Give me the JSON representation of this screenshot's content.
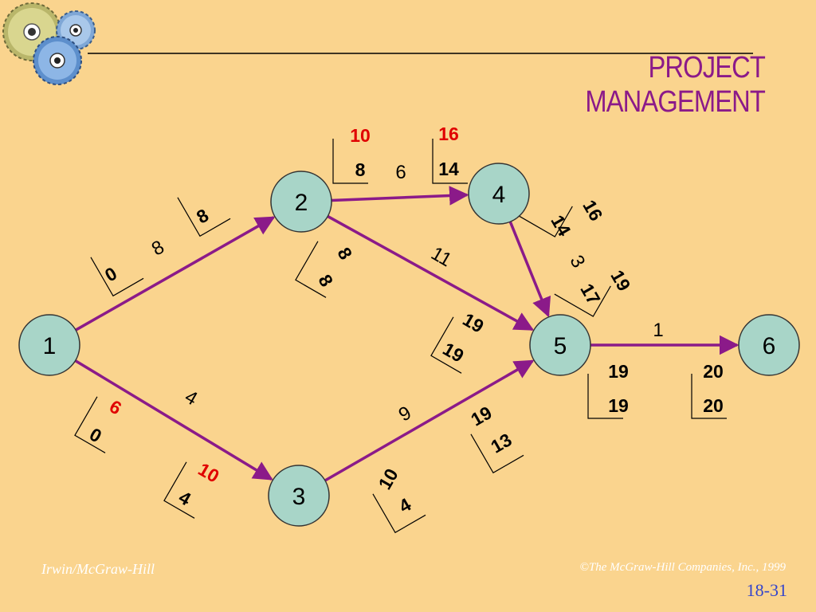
{
  "title": "PROJECT MANAGEMENT",
  "footer": {
    "publisher": "Irwin/McGraw-Hill",
    "copyright": "©The McGraw-Hill Companies, Inc., 1999",
    "page": "18-31"
  },
  "colors": {
    "background": "#FAD48E",
    "title": "#8B1A89",
    "arrow": "#8B1A89",
    "node_fill": "#A8D5C8",
    "highlight_text": "#E00000",
    "footer_page": "#3344CC"
  },
  "logo": {
    "icon": "gears-icon"
  },
  "nodes": [
    {
      "id": "1",
      "label": "1"
    },
    {
      "id": "2",
      "label": "2"
    },
    {
      "id": "3",
      "label": "3"
    },
    {
      "id": "4",
      "label": "4"
    },
    {
      "id": "5",
      "label": "5"
    },
    {
      "id": "6",
      "label": "6"
    }
  ],
  "activities": [
    {
      "from": "1",
      "to": "2",
      "duration": "8"
    },
    {
      "from": "1",
      "to": "3",
      "duration": "4"
    },
    {
      "from": "2",
      "to": "4",
      "duration": "6"
    },
    {
      "from": "2",
      "to": "5",
      "duration": "11"
    },
    {
      "from": "3",
      "to": "5",
      "duration": "9"
    },
    {
      "from": "4",
      "to": "5",
      "duration": "3"
    },
    {
      "from": "5",
      "to": "6",
      "duration": "1"
    }
  ],
  "labels": [
    {
      "text": "0",
      "color": "black"
    },
    {
      "text": "8",
      "color": "black"
    },
    {
      "text": "6",
      "color": "red"
    },
    {
      "text": "0",
      "color": "black"
    },
    {
      "text": "10",
      "color": "red"
    },
    {
      "text": "4",
      "color": "black"
    },
    {
      "text": "10",
      "color": "red"
    },
    {
      "text": "8",
      "color": "black"
    },
    {
      "text": "16",
      "color": "red"
    },
    {
      "text": "14",
      "color": "black"
    },
    {
      "text": "8",
      "color": "black"
    },
    {
      "text": "8",
      "color": "black"
    },
    {
      "text": "19",
      "color": "black"
    },
    {
      "text": "19",
      "color": "black"
    },
    {
      "text": "10",
      "color": "black"
    },
    {
      "text": "4",
      "color": "black"
    },
    {
      "text": "19",
      "color": "black"
    },
    {
      "text": "13",
      "color": "black"
    },
    {
      "text": "16",
      "color": "black"
    },
    {
      "text": "14",
      "color": "black"
    },
    {
      "text": "19",
      "color": "black"
    },
    {
      "text": "17",
      "color": "black"
    },
    {
      "text": "19",
      "color": "black"
    },
    {
      "text": "20",
      "color": "black"
    },
    {
      "text": "19",
      "color": "black"
    },
    {
      "text": "20",
      "color": "black"
    }
  ]
}
